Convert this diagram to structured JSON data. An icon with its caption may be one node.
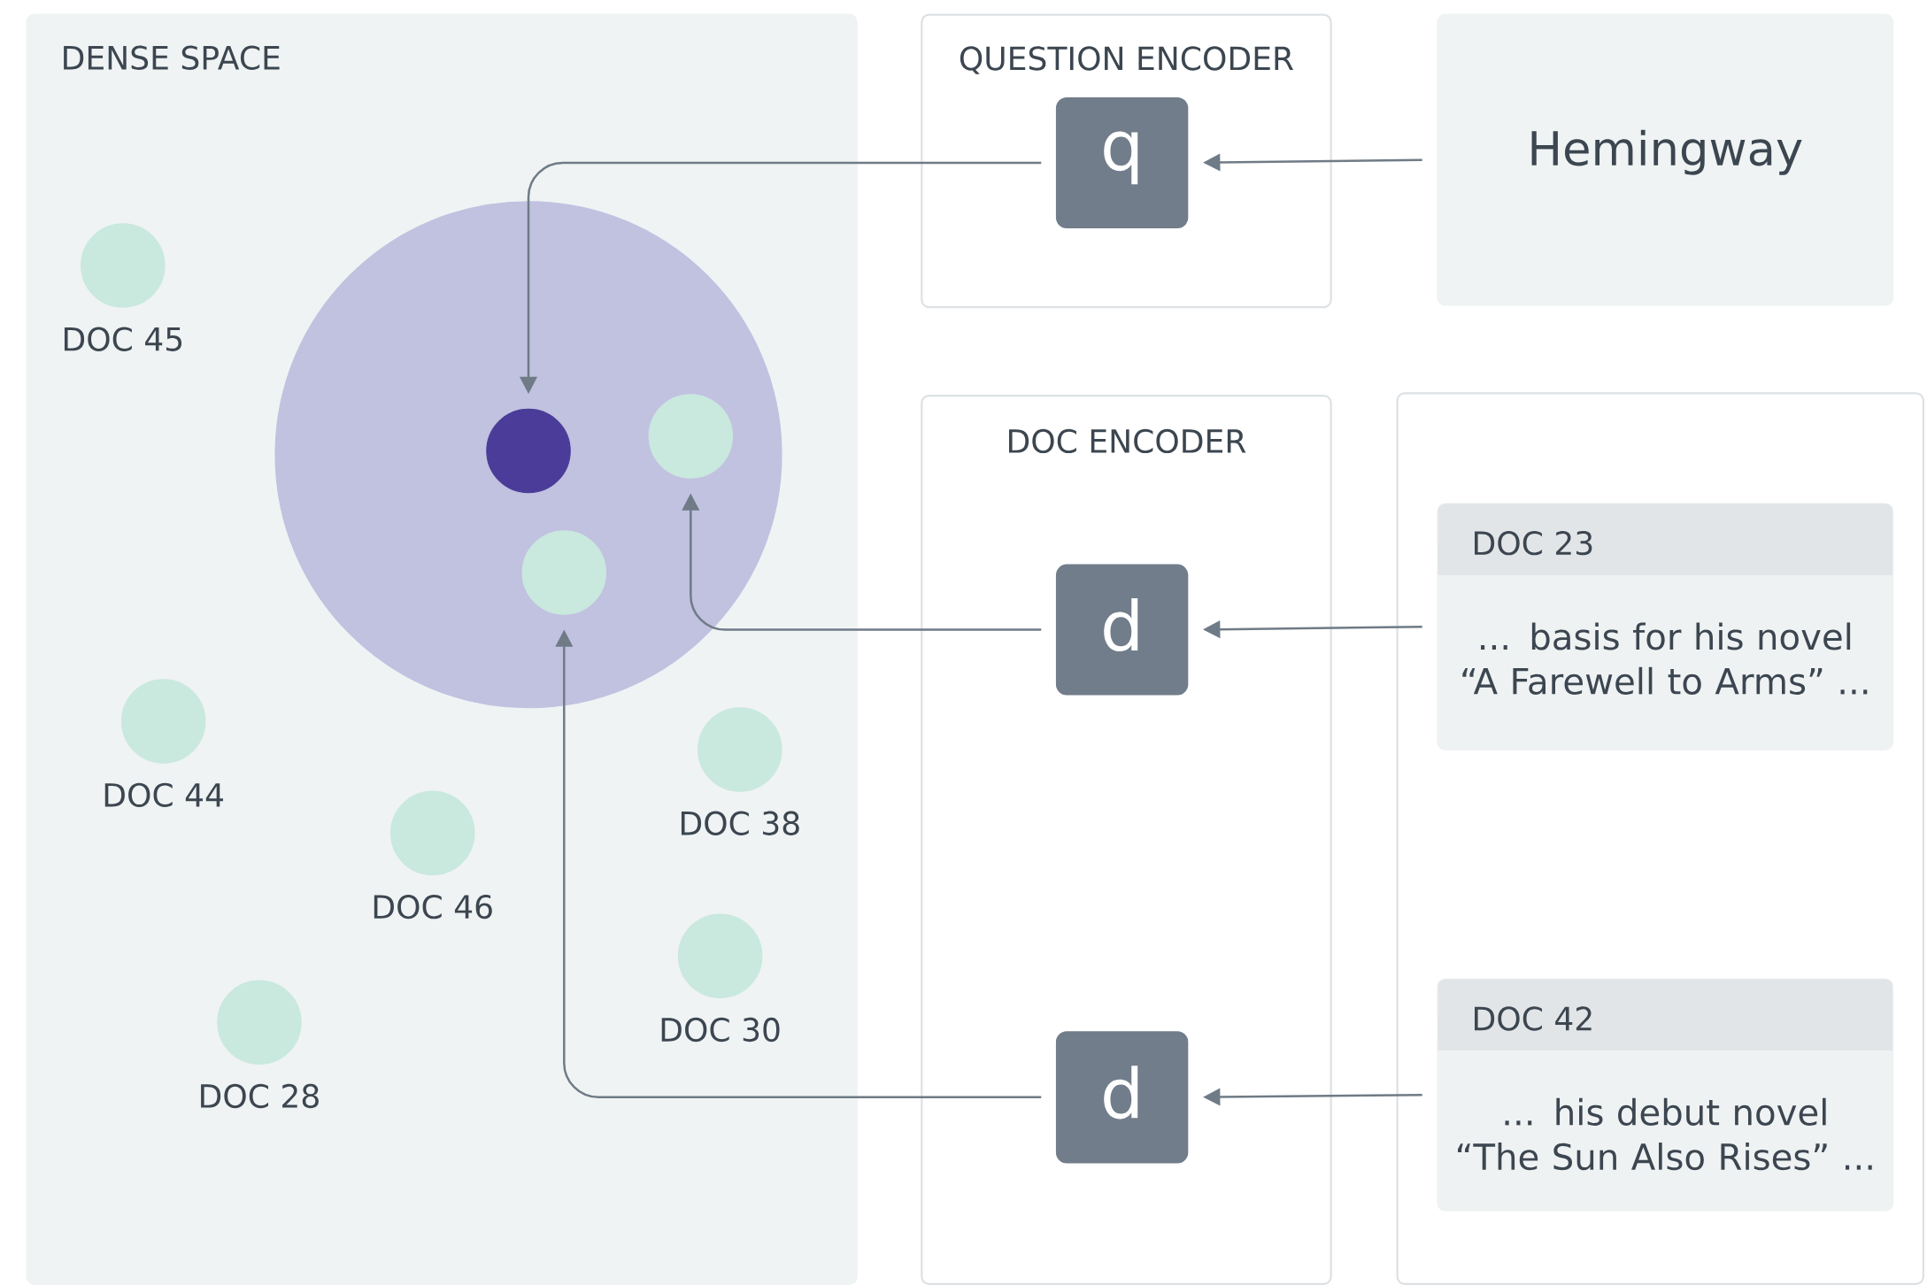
{
  "diagram": {
    "nodes": [
      {
        "text": [
          "DENSE SPACE"
        ]
      },
      {
        "text": [
          "QUESTION ENCODER"
        ]
      },
      {
        "text": [
          "q"
        ],
        "in": 1
      },
      {
        "text": [
          "Hemingway"
        ]
      },
      {
        "text": [
          "DOC ENCODER"
        ]
      },
      {
        "text": [
          "d"
        ],
        "in": 4
      },
      {
        "text": [
          "d"
        ],
        "in": 4
      },
      {
        "text": [],
        "shape": "box"
      },
      {
        "text": [
          "DOC 23",
          "... basis for his novel “A Farewell to Arms” ..."
        ],
        "in": 7
      },
      {
        "text": [
          "DOC 42",
          "... his debut novel “The Sun Also Rises” ..."
        ],
        "in": 7
      },
      {
        "text": [],
        "shape": "circle",
        "in": 0
      },
      {
        "text": [],
        "shape": "circle",
        "in": 10
      },
      {
        "text": [],
        "shape": "circle",
        "in": 10
      },
      {
        "text": [],
        "shape": "circle",
        "in": 10
      },
      {
        "text": [],
        "shape": "circle",
        "in": 0,
        "beside": [
          "DOC 45"
        ]
      },
      {
        "text": [],
        "shape": "circle",
        "in": 0,
        "beside": [
          "DOC 44"
        ]
      },
      {
        "text": [],
        "shape": "circle",
        "in": 0,
        "beside": [
          "DOC 38"
        ]
      },
      {
        "text": [],
        "shape": "circle",
        "in": 0,
        "beside": [
          "DOC 46"
        ]
      },
      {
        "text": [],
        "shape": "circle",
        "in": 0,
        "beside": [
          "DOC 30"
        ]
      },
      {
        "text": [],
        "shape": "circle",
        "in": 0,
        "beside": [
          "DOC 28"
        ]
      }
    ],
    "edges": [
      {
        "from": 3,
        "to": 2,
        "arrow": "to"
      },
      {
        "from": 2,
        "to": 11,
        "arrow": "to"
      },
      {
        "from": 8,
        "to": 5,
        "arrow": "to"
      },
      {
        "from": 5,
        "to": 12,
        "arrow": "to"
      },
      {
        "from": 9,
        "to": 6,
        "arrow": "to"
      },
      {
        "from": 6,
        "to": 13,
        "arrow": "to"
      }
    ]
  }
}
